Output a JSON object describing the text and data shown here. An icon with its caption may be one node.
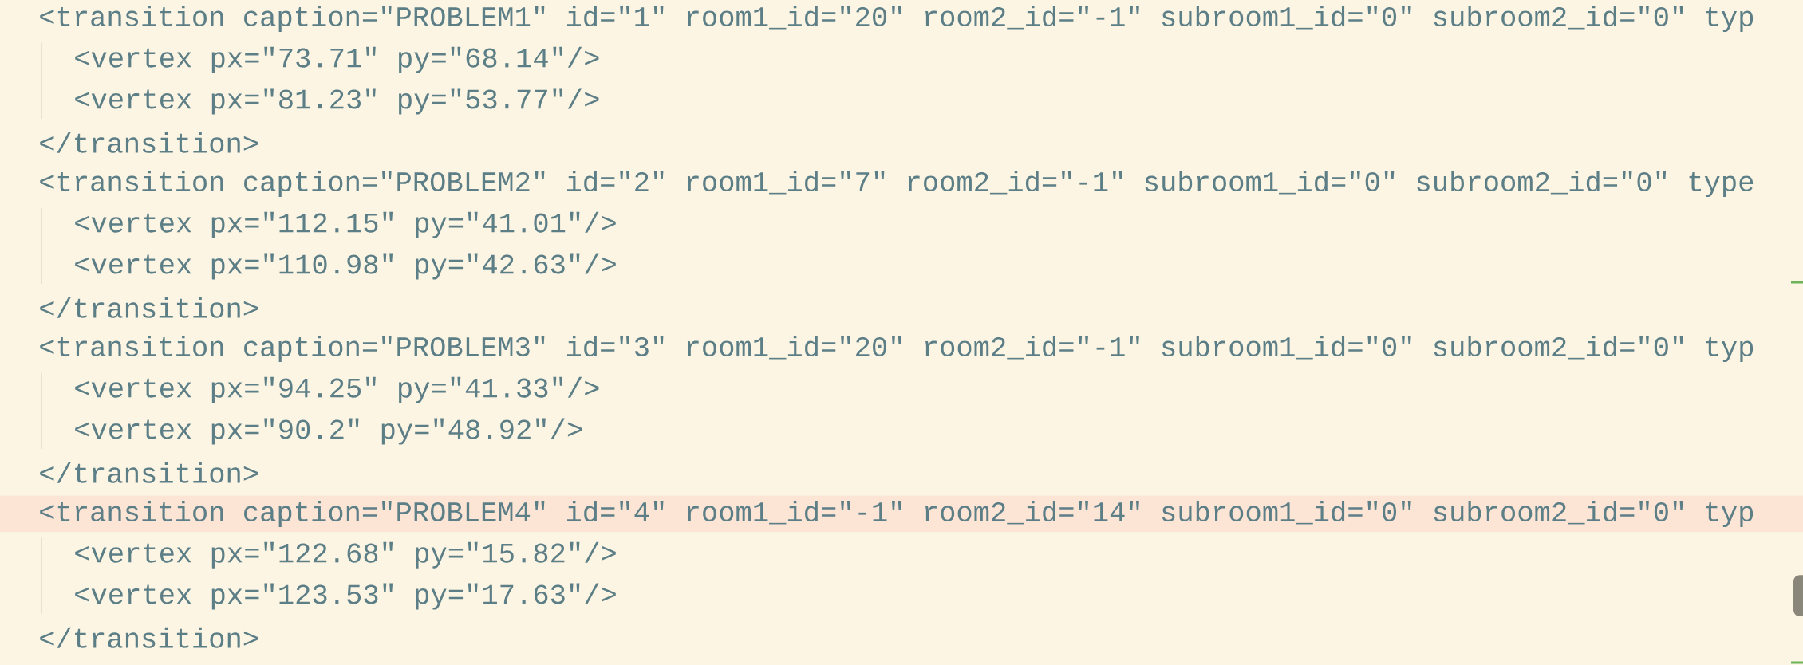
{
  "diagram": {
    "labels": [
      "<transition caption=\"PROBLEM1\" id=\"1\" room1_id=\"20\" room2_id=\"-1\" subroom1_id=\"0\" subroom2_id=\"0\" typ",
      "<vertex px=\"73.71\" py=\"68.14\"/>",
      "<vertex px=\"81.23\" py=\"53.77\"/>",
      "</transition>",
      "<transition caption=\"PROBLEM2\" id=\"2\" room1_id=\"7\" room2_id=\"-1\" subroom1_id=\"0\" subroom2_id=\"0\" type",
      "<vertex px=\"112.15\" py=\"41.01\"/>",
      "<vertex px=\"110.98\" py=\"42.63\"/>",
      "</transition>",
      "<transition caption=\"PROBLEM3\" id=\"3\" room1_id=\"20\" room2_id=\"-1\" subroom1_id=\"0\" subroom2_id=\"0\" typ",
      "<vertex px=\"94.25\" py=\"41.33\"/>",
      "<vertex px=\"90.2\" py=\"48.92\"/>",
      "</transition>",
      "<transition caption=\"PROBLEM4\" id=\"4\" room1_id=\"-1\" room2_id=\"14\" subroom1_id=\"0\" subroom2_id=\"0\" typ",
      "<vertex px=\"122.68\" py=\"15.82\"/>",
      "<vertex px=\"123.53\" py=\"17.63\"/>",
      "</transition>"
    ]
  }
}
